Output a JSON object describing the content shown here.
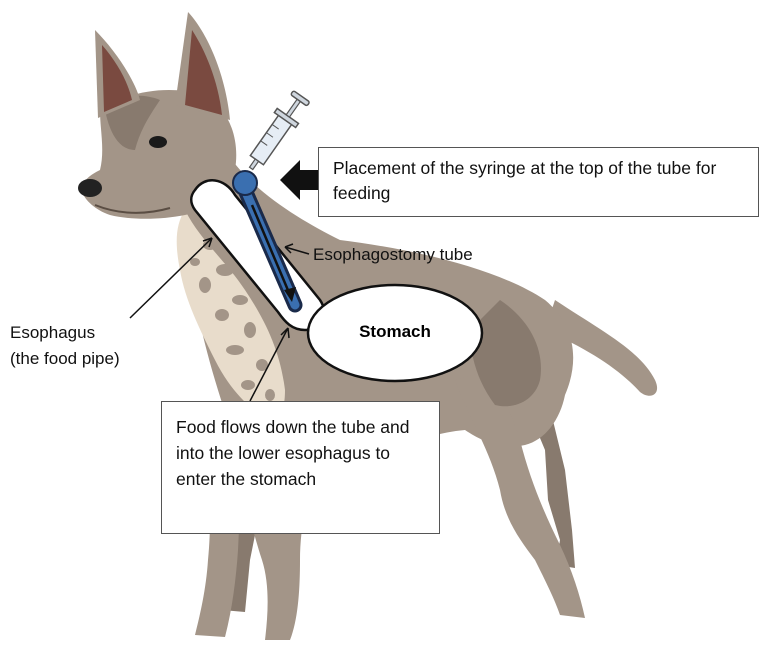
{
  "callouts": {
    "syringe_placement": "Placement of the syringe at the top of the tube for feeding",
    "food_flow": "Food flows down the tube and into the lower esophagus to enter the stomach"
  },
  "labels": {
    "tube": "Esophagostomy tube",
    "esophagus_line1": "Esophagus",
    "esophagus_line2": "(the food pipe)",
    "stomach": "Stomach"
  },
  "colors": {
    "dog_body": "#a39588",
    "dog_shade": "#887a6e",
    "dog_light": "#e8dccb",
    "ear_inner": "#7a4a40",
    "tube_blue": "#3a6fb0",
    "tube_dark": "#1a2a4a"
  }
}
